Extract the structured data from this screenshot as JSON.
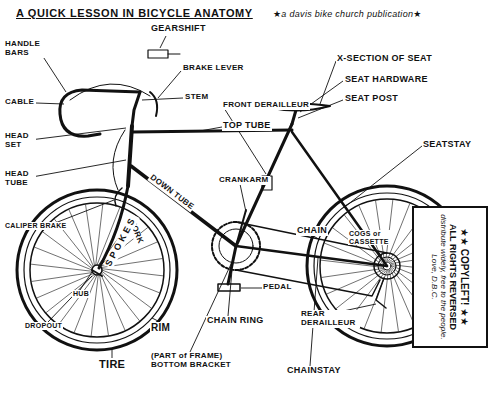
{
  "diagram": {
    "title": "A QUICK LESSON IN BICYCLE ANATOMY",
    "nodes": [
      {
        "text": [
          "★★ COPYLEFT! ★★",
          "ALL RIGHTS REVERSED",
          "distribute widely, free to the people. Love, D.B.C."
        ]
      }
    ],
    "labels": [
      "★a davis bike church publication★",
      "GEARSHIFT",
      "HANDLE BARS",
      "BRAKE LEVER",
      "X-SECTION OF SEAT",
      "CABLE",
      "STEM",
      "FRONT DERAILLEUR",
      "SEAT HARDWARE",
      "SEAT POST",
      "HEAD SET",
      "TOP TUBE",
      "HEAD TUBE",
      "CALIPER BRAKE",
      "DOWN TUBE",
      "CRANKARM",
      "SEATSTAY",
      "FORK",
      "SPOKES",
      "HUB",
      "CHAIN",
      "COGS or CASSETTE",
      "PEDAL",
      "DROPOUT",
      "RIM",
      "CHAIN RING",
      "REAR DERAILLEUR",
      "TIRE",
      "(PART of FRAME) BOTTOM BRACKET",
      "CHAINSTAY"
    ]
  }
}
